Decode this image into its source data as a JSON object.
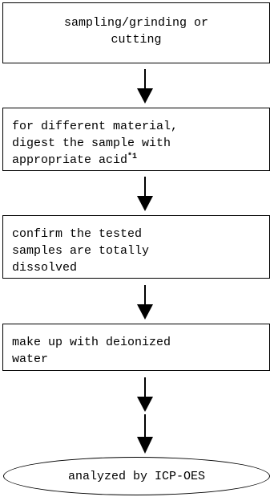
{
  "flowchart": {
    "steps": [
      {
        "lines": [
          "sampling/grinding or",
          "cutting"
        ]
      },
      {
        "lines": [
          "for different material,",
          "digest the sample with",
          "appropriate acid"
        ],
        "footnote_mark": "*1"
      },
      {
        "lines": [
          "confirm the tested",
          "samples are totally",
          "dissolved"
        ]
      },
      {
        "lines": [
          "make up with deionized",
          "water"
        ]
      }
    ],
    "terminal": "analyzed by ICP-OES"
  }
}
